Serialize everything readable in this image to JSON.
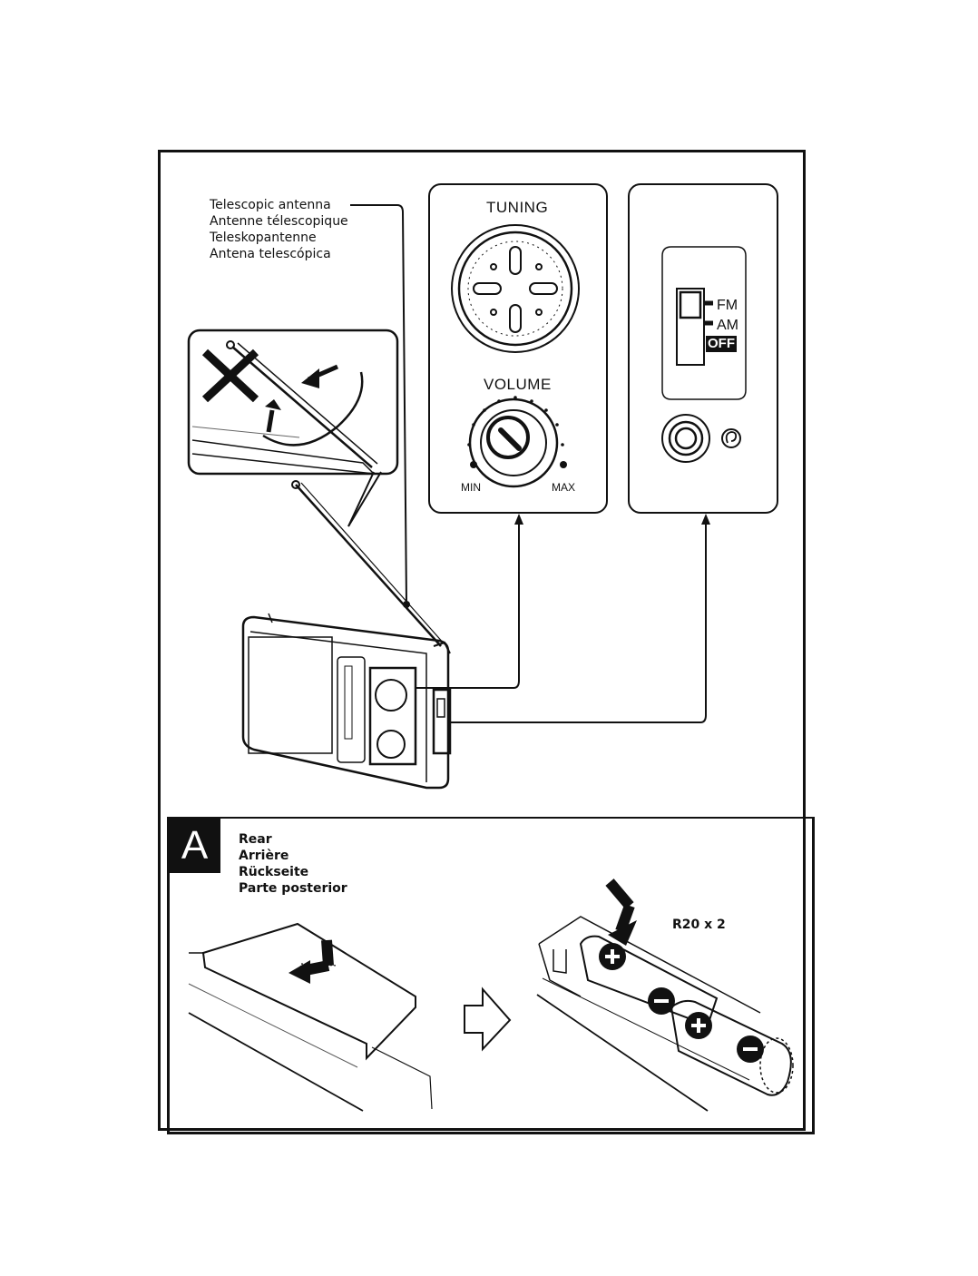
{
  "antenna_labels": [
    "Telescopic antenna",
    "Antenne télescopique",
    "Teleskopantenne",
    "Antena telescópica"
  ],
  "tuning_panel": {
    "title": "TUNING"
  },
  "volume_panel": {
    "title": "VOLUME",
    "min_label": "MIN",
    "max_label": "MAX"
  },
  "band_switch": {
    "options": [
      "FM",
      "AM",
      "OFF"
    ]
  },
  "section_a": {
    "letter": "A",
    "rear_labels": [
      "Rear",
      "Arrière",
      "Rückseite",
      "Parte posterior"
    ],
    "battery_label": "R20 x 2"
  },
  "icons": [
    "x-mark-icon",
    "rotate-arrow-icon",
    "earphone-jack-icon",
    "earphone-icon",
    "open-arrow-icon",
    "plus-icon",
    "minus-icon"
  ]
}
